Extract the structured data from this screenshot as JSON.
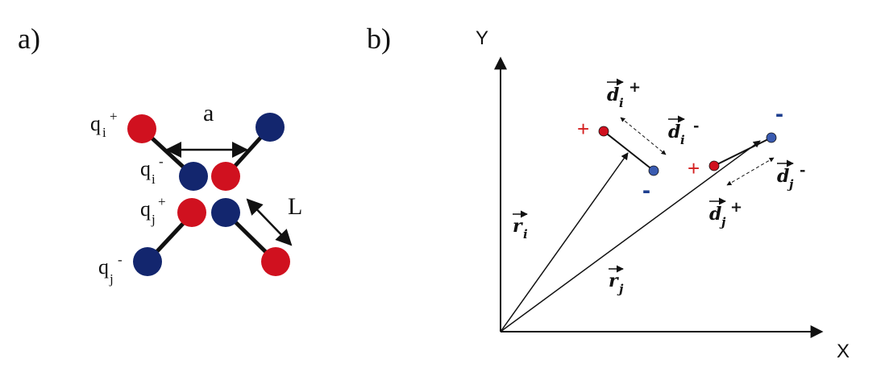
{
  "panel_a": {
    "label": "a)",
    "q_i_plus": {
      "base": "q",
      "sub": "i",
      "sup": "+"
    },
    "q_i_minus": {
      "base": "q",
      "sub": "i",
      "sup": "-"
    },
    "q_j_plus": {
      "base": "q",
      "sub": "j",
      "sup": "+"
    },
    "q_j_minus": {
      "base": "q",
      "sub": "j",
      "sup": "-"
    },
    "dim_a": "a",
    "dim_L": "L"
  },
  "panel_b": {
    "label": "b)",
    "y_axis": "Y",
    "x_axis": "X",
    "r_i": {
      "base": "r",
      "sub": "i"
    },
    "r_j": {
      "base": "r",
      "sub": "j"
    },
    "d_i_plus": {
      "base": "d",
      "sub": "i",
      "sup": "+"
    },
    "d_i_minus": {
      "base": "d",
      "sub": "i",
      "sup": "-"
    },
    "d_j_plus": {
      "base": "d",
      "sub": "j",
      "sup": "+"
    },
    "d_j_minus": {
      "base": "d",
      "sub": "j",
      "sup": "-"
    },
    "plus_i": "+",
    "minus_i": "-",
    "plus_j": "+",
    "minus_j": "-"
  },
  "colors": {
    "positive_charge": "#d0111f",
    "negative_charge": "#13266e",
    "negative_small": "#3a5bb0",
    "line": "#111111"
  }
}
